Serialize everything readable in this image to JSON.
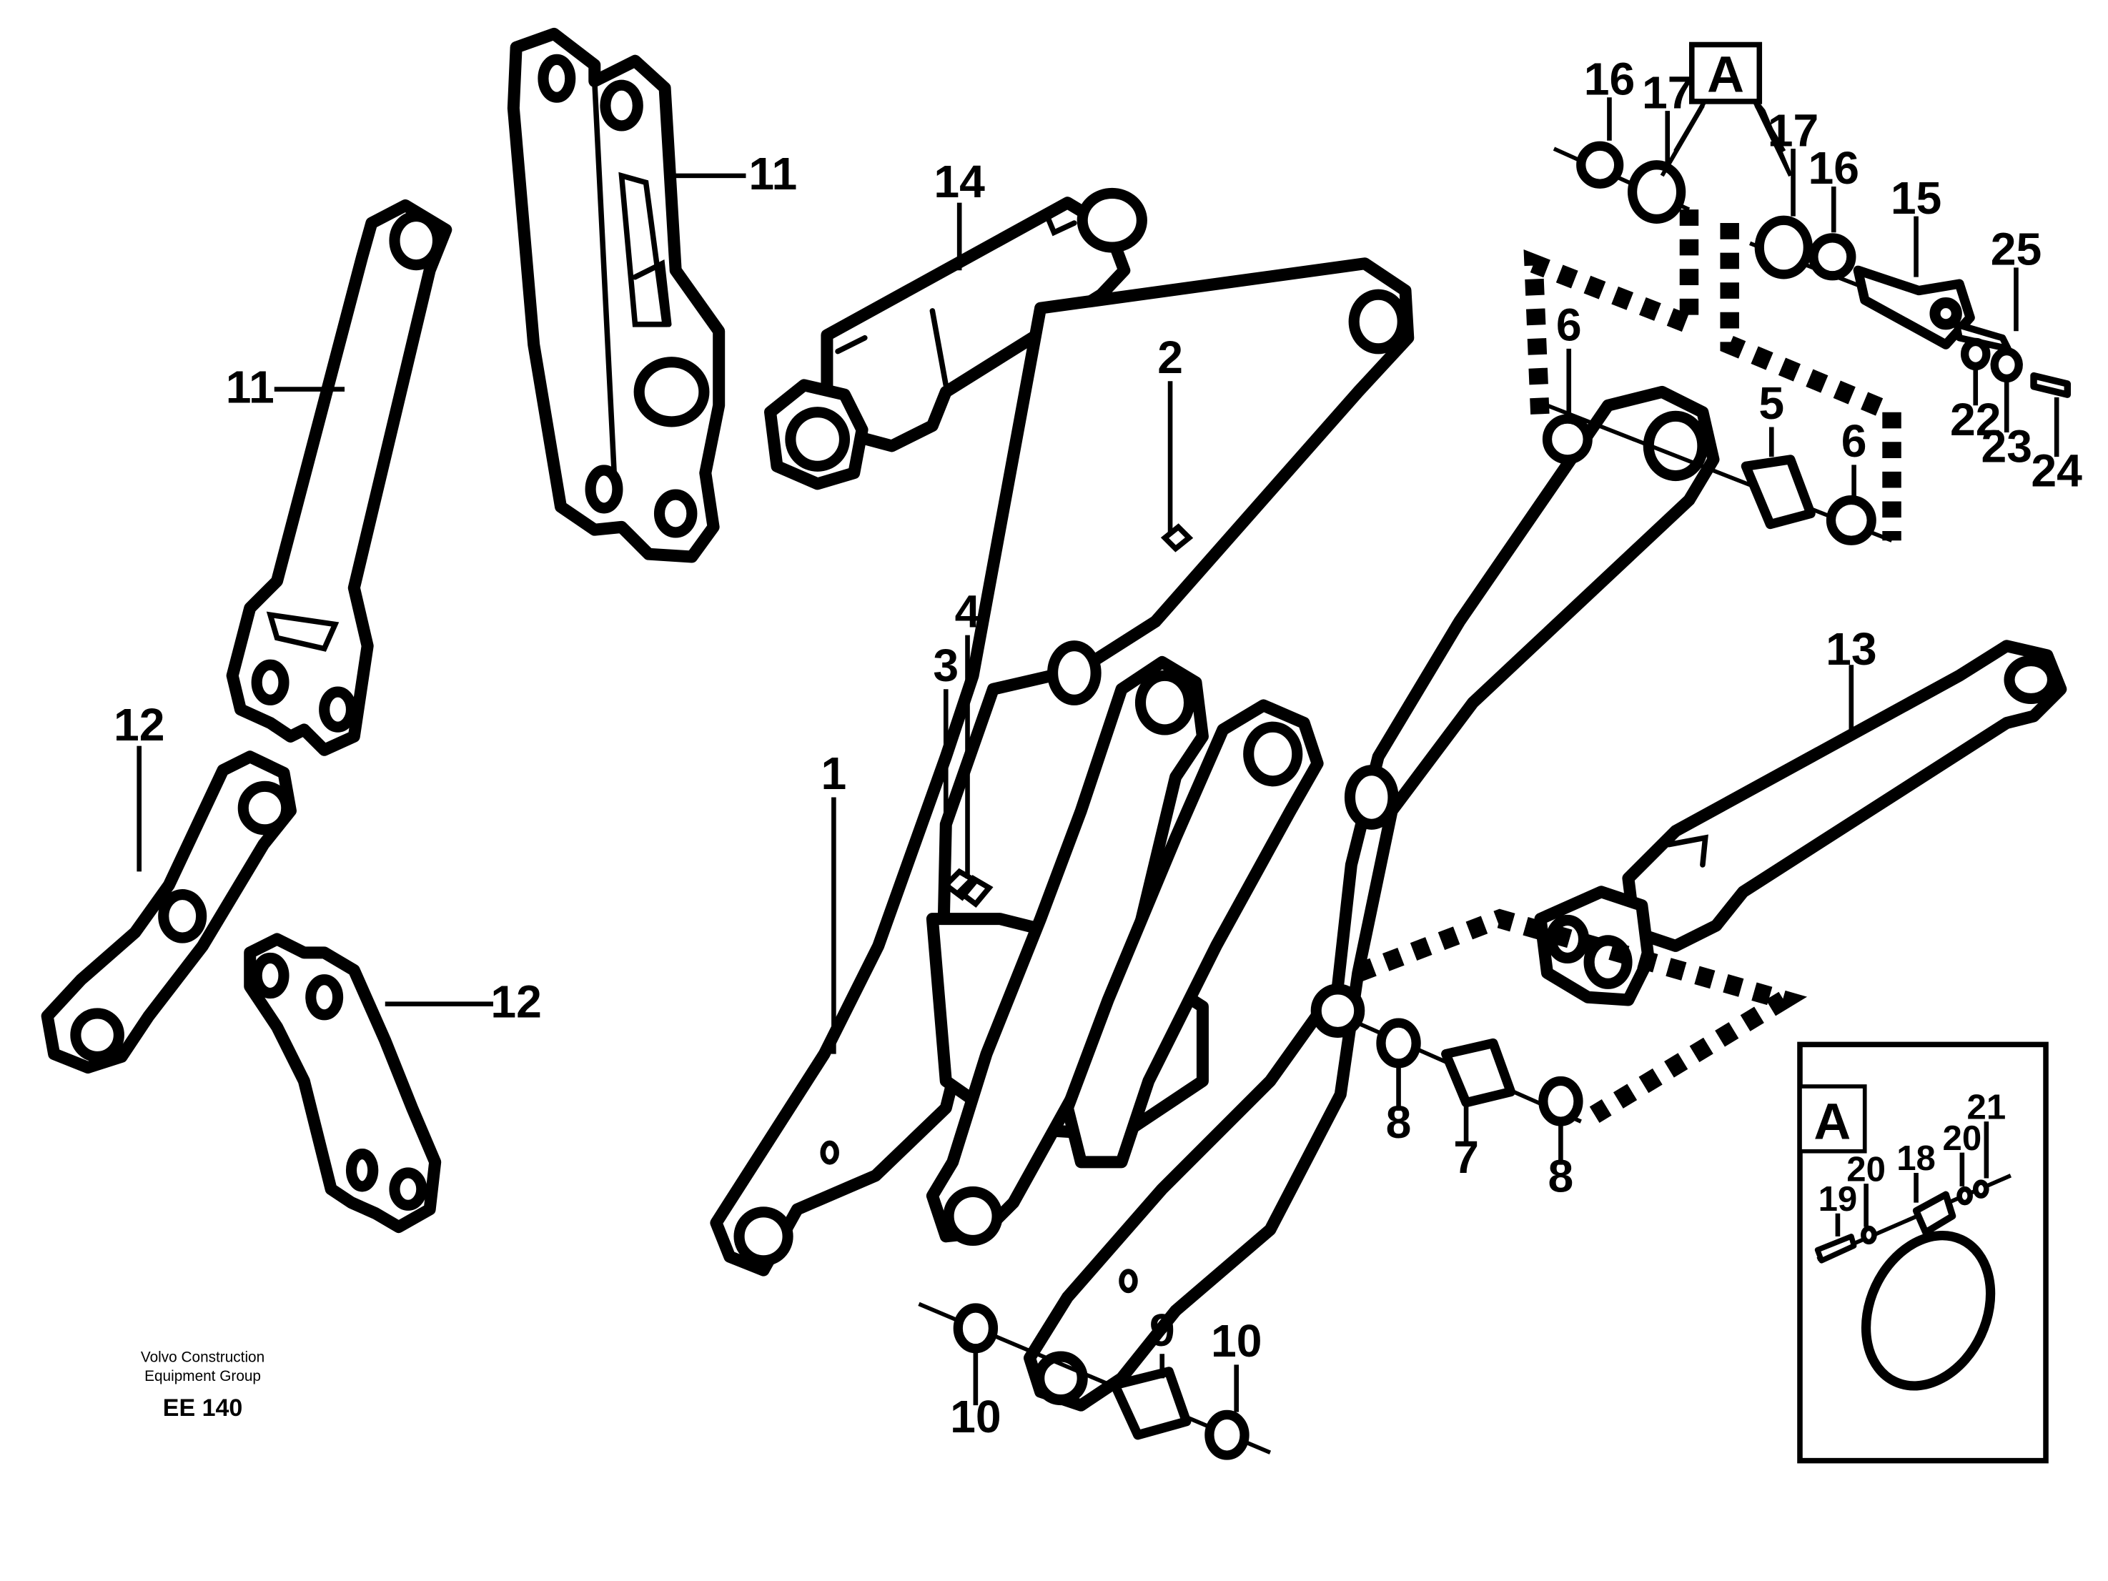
{
  "callouts": {
    "c1": "1",
    "c2": "2",
    "c3": "3",
    "c4": "4",
    "c5": "5",
    "c6": "6",
    "c7": "7",
    "c8": "8",
    "c9": "9",
    "c10": "10",
    "c11": "11",
    "c12": "12",
    "c13": "13",
    "c14": "14",
    "c15": "15",
    "c16": "16",
    "c17": "17",
    "c18": "18",
    "c19": "19",
    "c20": "20",
    "c21": "21",
    "c22": "22",
    "c23": "23",
    "c24": "24",
    "c25": "25"
  },
  "detail_ref": "A",
  "footer": {
    "company_line1": "Volvo Construction",
    "company_line2": "Equipment Group",
    "drawing_code": "EE 140"
  }
}
